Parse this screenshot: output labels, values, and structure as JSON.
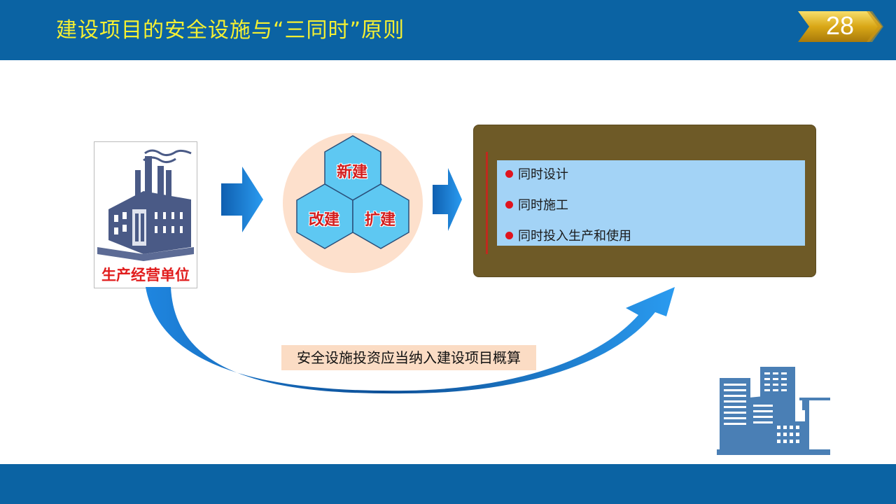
{
  "header": {
    "title": "建设项目的安全设施与“三同时”原则",
    "page_number": "28"
  },
  "factory": {
    "label": "生产经营单位",
    "icon": "factory-icon"
  },
  "project_types": {
    "items": [
      "新建",
      "改建",
      "扩建"
    ]
  },
  "principles": {
    "items": [
      "同时设计",
      "同时施工",
      "同时投入生产和使用"
    ]
  },
  "investment_note": "安全设施投资应当纳入建设项目概算",
  "city_icon": "city-buildings-icon",
  "colors": {
    "header_bg": "#0b63a3",
    "title_text": "#f5f032",
    "badge_gold": "#d4a017",
    "arrow_blue": "#1f86e0",
    "hex_fill": "#5ec8f2",
    "circle_bg": "#fde0cc",
    "panel_bg": "#6e5a27",
    "panel_list_bg": "#a3d3f6",
    "accent_red": "#e0141e"
  }
}
